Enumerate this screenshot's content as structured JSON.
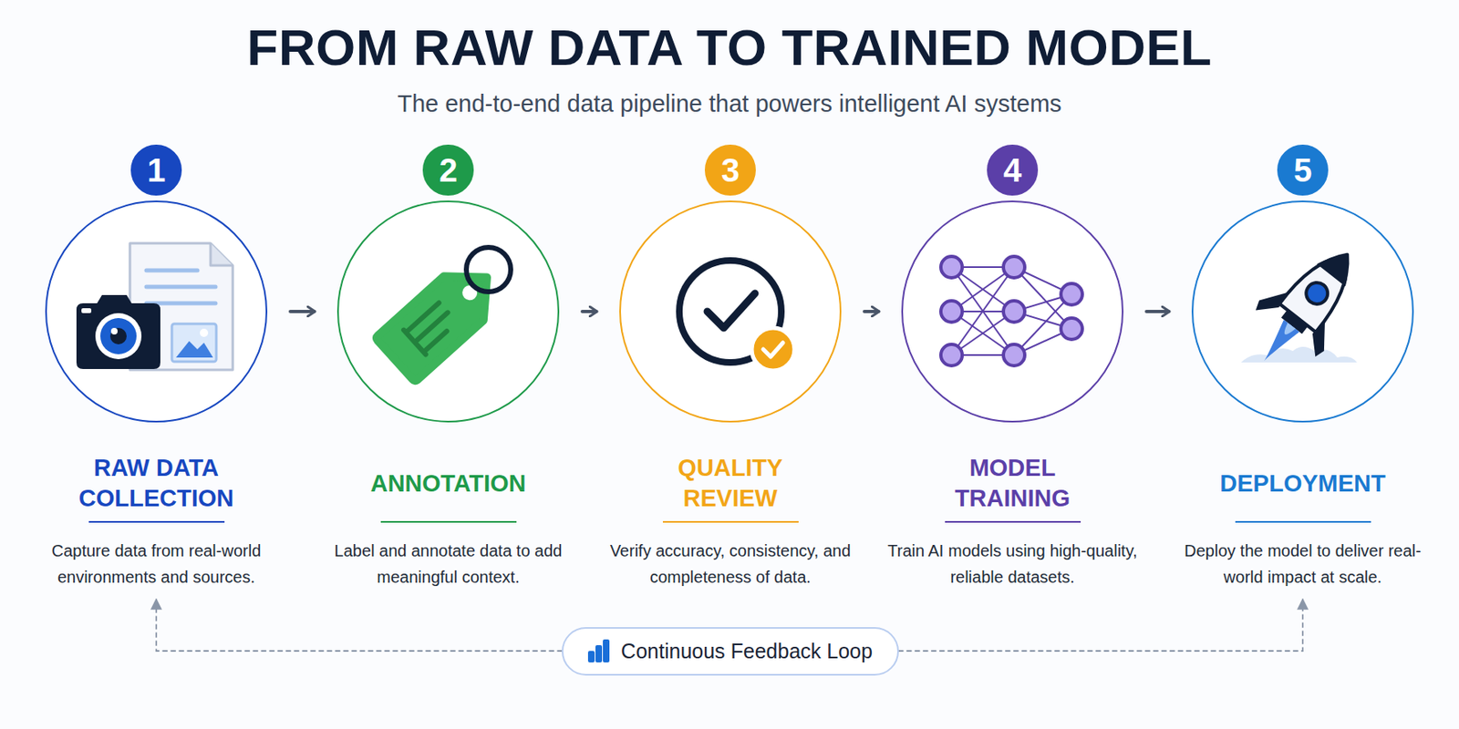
{
  "diagram": {
    "title": "FROM RAW DATA TO TRAINED MODEL",
    "nodes": [
      {
        "text": [
          "RAW DATA COLLECTION",
          "Capture data from real-world environments and sources."
        ]
      },
      {
        "text": [
          "ANNOTATION",
          "Label and annotate data to add meaningful context."
        ]
      },
      {
        "text": [
          "QUALITY REVIEW",
          "Verify accuracy, consistency, and completeness of data."
        ]
      },
      {
        "text": [
          "MODEL TRAINING",
          "Train AI models using high-quality, reliable datasets."
        ]
      },
      {
        "text": [
          "DEPLOYMENT",
          "Deploy the model to deliver real-world impact at scale."
        ]
      },
      {
        "text": [
          "Continuous Feedback Loop"
        ]
      }
    ],
    "edges": [
      {
        "from": 0,
        "to": 1,
        "arrow": "to"
      },
      {
        "from": 1,
        "to": 2,
        "arrow": "to"
      },
      {
        "from": 2,
        "to": 3,
        "arrow": "to"
      },
      {
        "from": 3,
        "to": 4,
        "arrow": "to"
      },
      {
        "from": 5,
        "to": 0,
        "arrow": "to"
      },
      {
        "from": 5,
        "to": 4,
        "arrow": "to"
      }
    ],
    "labels": [
      "The end-to-end data pipeline that powers intelligent AI systems",
      "1",
      "2",
      "3",
      "4",
      "5"
    ]
  }
}
